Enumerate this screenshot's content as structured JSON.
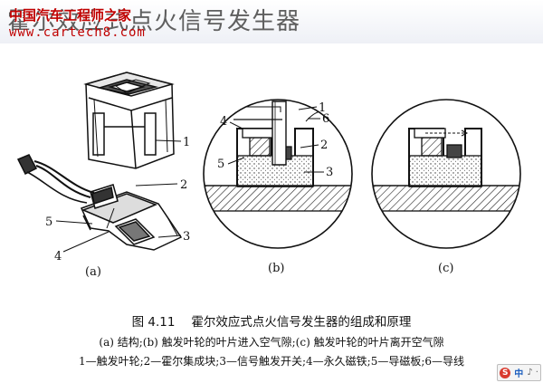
{
  "header": {
    "title": "霍尔效应式点火信号发生器",
    "watermark_name": "中国汽车工程师之家",
    "watermark_url": "www.cartech8.com"
  },
  "figure": {
    "panel_a_label": "(a)",
    "panel_b_label": "(b)",
    "panel_c_label": "(c)",
    "callouts_a": [
      "1",
      "2",
      "3",
      "4",
      "5"
    ],
    "callouts_b": [
      "1",
      "2",
      "3",
      "4",
      "5",
      "6"
    ]
  },
  "caption": {
    "number": "图 4.11",
    "title": "霍尔效应式点火信号发生器的组成和原理",
    "subtitle": "(a) 结构;(b) 触发叶轮的叶片进入空气隙;(c) 触发叶轮的叶片离开空气隙",
    "legend": "1—触发叶轮;2—霍尔集成块;3—信号触发开关;4—永久磁铁;5—导磁板;6—导线"
  },
  "ime_bar": {
    "logo": "S",
    "lang": "中",
    "extra": "♪ ·"
  }
}
